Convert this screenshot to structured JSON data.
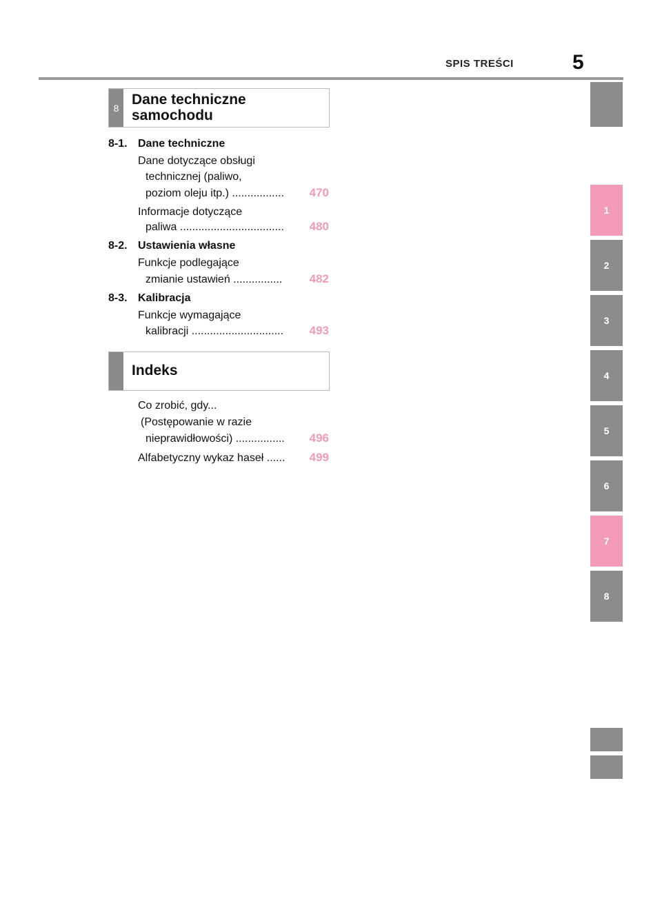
{
  "header": {
    "title": "SPIS TREŚCI",
    "page_number": "5"
  },
  "colors": {
    "accent_pink": "#f29ab8",
    "tab_grey": "#8c8c8c"
  },
  "section8": {
    "number": "8",
    "title_line1": "Dane techniczne",
    "title_line2": "samochodu"
  },
  "toc8": [
    {
      "num": "8-1.",
      "title": "Dane techniczne"
    },
    {
      "line1": "Dane dotyczące obsługi",
      "line2": "technicznej (paliwo,",
      "line3": "poziom oleju itp.) .................",
      "page": "470"
    },
    {
      "line1": "Informacje dotyczące",
      "line2": "paliwa ..................................",
      "page": "480"
    },
    {
      "num": "8-2.",
      "title": "Ustawienia własne"
    },
    {
      "line1": "Funkcje podlegające",
      "line2": "zmianie ustawień ................",
      "page": "482"
    },
    {
      "num": "8-3.",
      "title": "Kalibracja"
    },
    {
      "line1": "Funkcje wymagające",
      "line2": "kalibracji ..............................",
      "page": "493"
    }
  ],
  "index": {
    "title": "Indeks",
    "entries": [
      {
        "line1": "Co zrobić, gdy...",
        "line2": "(Postępowanie w razie",
        "line3": "nieprawidłowości) ................",
        "page": "496"
      },
      {
        "line1": "Alfabetyczny wykaz haseł ......",
        "page": "499"
      }
    ]
  },
  "tabs": [
    {
      "label": "",
      "state": "grey"
    },
    {
      "label": "1",
      "state": "pink"
    },
    {
      "label": "2",
      "state": "grey"
    },
    {
      "label": "3",
      "state": "grey"
    },
    {
      "label": "4",
      "state": "grey"
    },
    {
      "label": "5",
      "state": "grey"
    },
    {
      "label": "6",
      "state": "grey"
    },
    {
      "label": "7",
      "state": "pink"
    },
    {
      "label": "8",
      "state": "grey"
    },
    {
      "label": "",
      "state": "grey"
    },
    {
      "label": "",
      "state": "grey"
    }
  ]
}
